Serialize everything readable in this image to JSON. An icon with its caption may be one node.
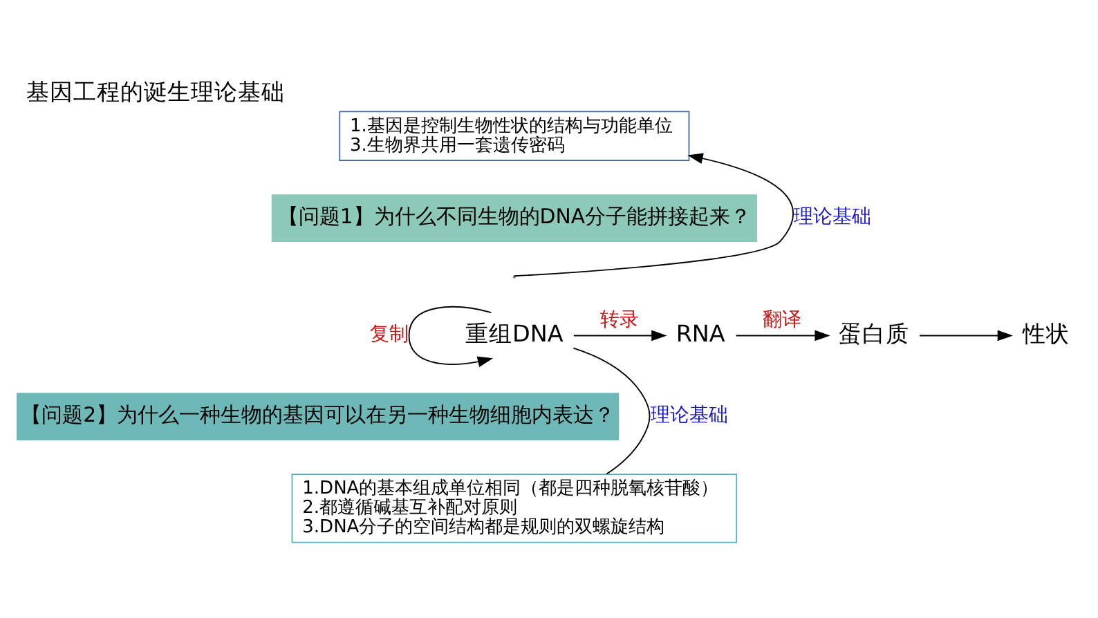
{
  "diagram": {
    "title": "基因工程的诞生理论基础",
    "nodes": [
      {
        "text": [
          "1.基因是控制生物性状的结构与功能单位",
          "3.生物界共用一套遗传密码"
        ]
      },
      {
        "text": [
          "【问题1】为什么不同生物的DNA分子能拼接起来？"
        ]
      },
      {
        "text": [
          "重组DNA"
        ]
      },
      {
        "text": [
          "RNA"
        ]
      },
      {
        "text": [
          "蛋白质"
        ]
      },
      {
        "text": [
          "性状"
        ]
      },
      {
        "text": [
          "【问题2】为什么一种生物的基因可以在另一种生物细胞内表达？"
        ]
      },
      {
        "text": [
          "1.DNA的基本组成单位相同（都是四种脱氧核苷酸）",
          "2.都遵循碱基互补配对原则",
          "3.DNA分子的空间结构都是规则的双螺旋结构"
        ]
      }
    ],
    "edges": [
      {
        "from": null,
        "to": 0,
        "arrow": "to",
        "label": "理论基础"
      },
      {
        "from": 2,
        "to": 2,
        "arrow": "to",
        "label": "复制"
      },
      {
        "from": 2,
        "to": 3,
        "arrow": "to",
        "label": "转录"
      },
      {
        "from": 3,
        "to": 4,
        "arrow": "to",
        "label": "翻译"
      },
      {
        "from": 4,
        "to": 5,
        "arrow": "to"
      },
      {
        "from": 2,
        "to": 7,
        "arrow": "none",
        "label": "理论基础"
      }
    ]
  }
}
